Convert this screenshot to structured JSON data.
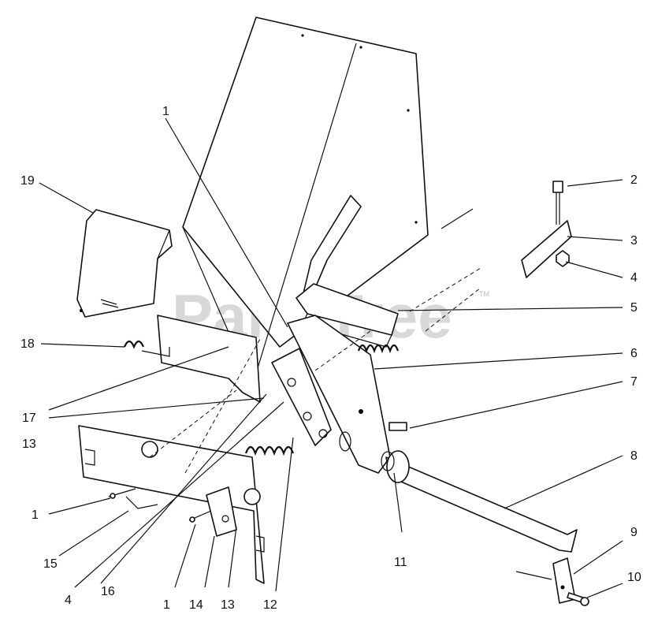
{
  "watermark": {
    "text": "PartsTree",
    "tm": "TM"
  },
  "callouts": [
    {
      "label": "1"
    },
    {
      "label": "2"
    },
    {
      "label": "3"
    },
    {
      "label": "4"
    },
    {
      "label": "5"
    },
    {
      "label": "6"
    },
    {
      "label": "7"
    },
    {
      "label": "8"
    },
    {
      "label": "9"
    },
    {
      "label": "10"
    },
    {
      "label": "11"
    },
    {
      "label": "12"
    },
    {
      "label": "13"
    },
    {
      "label": "14"
    },
    {
      "label": "15"
    },
    {
      "label": "16"
    },
    {
      "label": "17"
    },
    {
      "label": "18"
    },
    {
      "label": "19"
    },
    {
      "label": "1"
    },
    {
      "label": "13"
    },
    {
      "label": "4"
    },
    {
      "label": "1"
    }
  ]
}
